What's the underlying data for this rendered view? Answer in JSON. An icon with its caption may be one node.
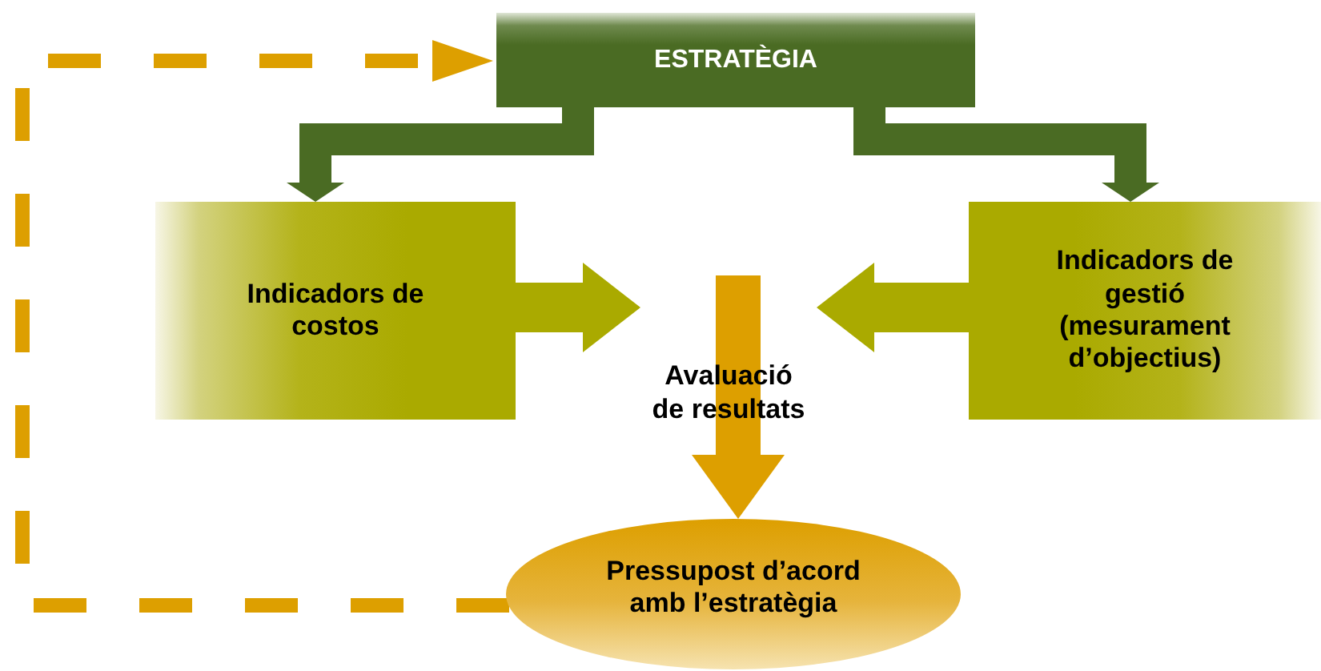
{
  "diagram": {
    "nodes": [
      {
        "text": [
          "ESTRATÈGIA"
        ]
      },
      {
        "text": [
          "Indicadors de costos"
        ]
      },
      {
        "text": [
          "Indicadors de gestió (mesurament d’objectius)"
        ]
      },
      {
        "text": [
          "Avaluació de resultats"
        ]
      },
      {
        "text": [
          "Pressupost d’acord amb l’estratègia"
        ]
      }
    ],
    "edges": [
      {
        "from": 0,
        "to": 1,
        "arrow": "to",
        "color": "#4a6b23"
      },
      {
        "from": 0,
        "to": 2,
        "arrow": "to",
        "color": "#4a6b23"
      },
      {
        "from": 1,
        "to": 3,
        "arrow": "to",
        "color": "#aaaa00"
      },
      {
        "from": 2,
        "to": 3,
        "arrow": "to",
        "color": "#aaaa00"
      },
      {
        "from": 3,
        "to": 4,
        "arrow": "to",
        "color": "#dd9f00"
      },
      {
        "from": 4,
        "to": 0,
        "arrow": "to",
        "style": "dashed",
        "color": "#dd9f00"
      }
    ]
  }
}
